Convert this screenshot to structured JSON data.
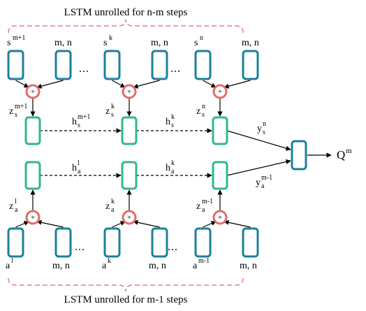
{
  "colors": {
    "input_box": "#1b7f9a",
    "lstm_cell": "#2eb88a",
    "adder": "#e46b6b",
    "brace": "#ec7a7a",
    "line": "#000000"
  },
  "top_title": "LSTM unrolled for n-m steps",
  "bottom_title": "LSTM unrolled for m-1 steps",
  "ellipsis": "...",
  "adder_symbol": "+",
  "mn_label": "m, n",
  "top_inputs": [
    {
      "base": "s",
      "sup": "m+1"
    },
    {
      "base": "s",
      "sup": "k"
    },
    {
      "base": "s",
      "sup": "n"
    }
  ],
  "top_z": [
    {
      "base": "z",
      "sub": "s",
      "sup": "m+1"
    },
    {
      "base": "z",
      "sub": "s",
      "sup": "k"
    },
    {
      "base": "z",
      "sub": "s",
      "sup": "n"
    }
  ],
  "top_h": [
    {
      "base": "h",
      "sub": "s",
      "sup": "m+1"
    },
    {
      "base": "h",
      "sub": "s",
      "sup": "k"
    }
  ],
  "bottom_inputs": [
    {
      "base": "a",
      "sup": "l"
    },
    {
      "base": "a",
      "sup": "k"
    },
    {
      "base": "a",
      "sup": "m-1"
    }
  ],
  "bottom_z": [
    {
      "base": "z",
      "sub": "a",
      "sup": "l"
    },
    {
      "base": "z",
      "sub": "a",
      "sup": "k"
    },
    {
      "base": "z",
      "sub": "a",
      "sup": "m-1"
    }
  ],
  "bottom_h": [
    {
      "base": "h",
      "sub": "a",
      "sup": "l"
    },
    {
      "base": "h",
      "sub": "a",
      "sup": "k"
    }
  ],
  "y_top": {
    "base": "y",
    "sub": "s",
    "sup": "n"
  },
  "y_bottom": {
    "base": "y",
    "sub": "a",
    "sup": "m-1"
  },
  "output": {
    "base": "Q",
    "sup": "m"
  }
}
